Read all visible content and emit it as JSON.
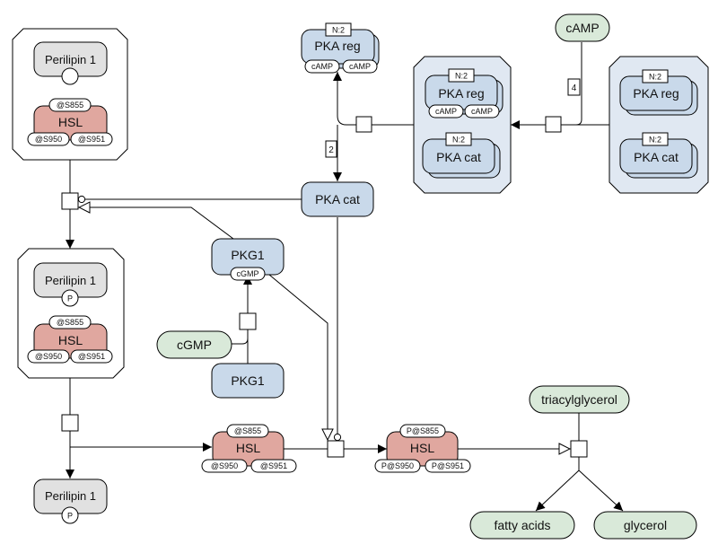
{
  "colors": {
    "protein": "#c9d9ea",
    "protein_hsl": "#e0a79f",
    "simple_chemical": "#d9e9d9",
    "perilipin": "#e1e1e1",
    "complex": "#ffffff",
    "complex_blue": "#e0e8f2"
  },
  "complex_a": {
    "perilipin": {
      "label": "Perilipin 1"
    },
    "hsl": {
      "label": "HSL",
      "sites": [
        "@S855",
        "@S950",
        "@S951"
      ]
    }
  },
  "complex_b": {
    "perilipin": {
      "label": "Perilipin 1",
      "state": "P"
    },
    "hsl": {
      "label": "HSL",
      "sites": [
        "@S855",
        "@S950",
        "@S951"
      ]
    }
  },
  "perilipin_product": {
    "label": "Perilipin 1",
    "state": "P"
  },
  "pka_reg_free": {
    "label": "PKA reg",
    "multimer": "N:2",
    "sites": [
      "cAMP",
      "cAMP"
    ]
  },
  "pka_holoenzyme": {
    "reg": {
      "label": "PKA reg",
      "multimer": "N:2",
      "sites": [
        "cAMP",
        "cAMP"
      ]
    },
    "cat": {
      "label": "PKA cat",
      "multimer": "N:2"
    }
  },
  "pka_inactive": {
    "reg": {
      "label": "PKA reg",
      "multimer": "N:2"
    },
    "cat": {
      "label": "PKA cat",
      "multimer": "N:2"
    }
  },
  "camp": {
    "label": "cAMP",
    "stoichiometry": "4"
  },
  "pka_cat": {
    "label": "PKA cat",
    "stoichiometry": "2"
  },
  "pkg1_active": {
    "label": "PKG1",
    "site": "cGMP"
  },
  "pkg1_inactive": {
    "label": "PKG1"
  },
  "cgmp": {
    "label": "cGMP"
  },
  "hsl_unphos": {
    "label": "HSL",
    "sites": [
      "@S855",
      "@S950",
      "@S951"
    ]
  },
  "hsl_phos": {
    "label": "HSL",
    "sites": [
      "P@S855",
      "P@S950",
      "P@S951"
    ]
  },
  "triacylglycerol": {
    "label": "triacylglycerol"
  },
  "fatty_acids": {
    "label": "fatty acids"
  },
  "glycerol": {
    "label": "glycerol"
  }
}
